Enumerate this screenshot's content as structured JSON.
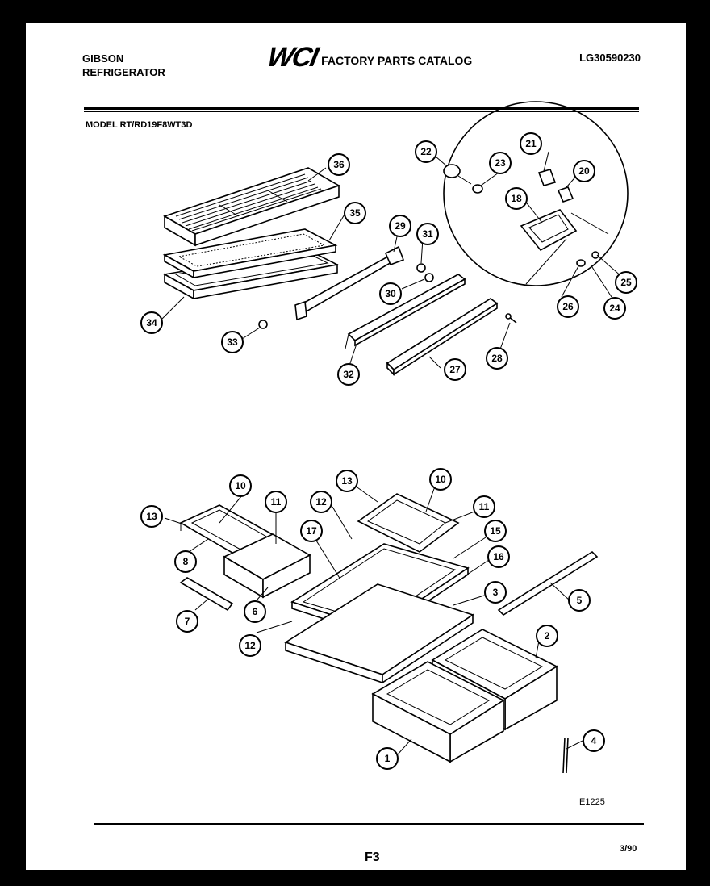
{
  "header": {
    "brand_line1": "GIBSON",
    "brand_line2": "REFRIGERATOR",
    "logo": "WCI",
    "catalog_title": "FACTORY PARTS CATALOG",
    "part_number": "LG30590230",
    "model": "MODEL RT/RD19F8WT3D"
  },
  "footer": {
    "figure": "F3",
    "date": "3/90",
    "diagram_code": "E1225"
  },
  "callouts": [
    "36",
    "35",
    "34",
    "33",
    "29",
    "31",
    "30",
    "32",
    "27",
    "28",
    "22",
    "23",
    "21",
    "20",
    "18",
    "25",
    "24",
    "26",
    "10",
    "11",
    "13",
    "8",
    "6",
    "7",
    "12",
    "17",
    "15",
    "16",
    "13",
    "10",
    "11",
    "12",
    "3",
    "5",
    "2",
    "1",
    "4"
  ]
}
